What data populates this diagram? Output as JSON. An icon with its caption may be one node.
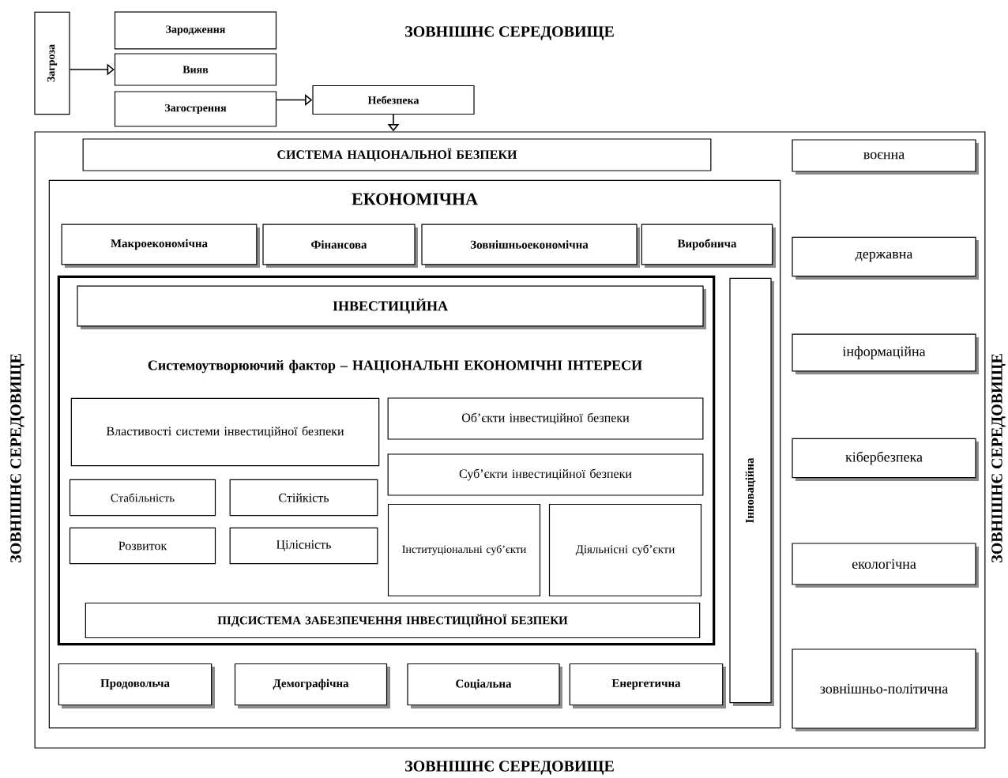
{
  "diagram": {
    "nodes": [
      {
        "text": [
          "Загроза"
        ]
      },
      {
        "text": [
          "Зародження"
        ]
      },
      {
        "text": [
          "Вияв"
        ]
      },
      {
        "text": [
          "Загострення"
        ]
      },
      {
        "text": [
          "Небезпека"
        ]
      },
      {
        "text": [],
        "shape": "box"
      },
      {
        "text": [
          "СИСТЕМА НАЦІОНАЛЬНОЇ БЕЗПЕКИ"
        ],
        "in": 5
      },
      {
        "text": [
          "воєнна"
        ],
        "in": 5
      },
      {
        "text": [
          "ЕКОНОМІЧНА"
        ],
        "in": 5
      },
      {
        "text": [
          "Макроекономічна"
        ],
        "in": 8
      },
      {
        "text": [
          "Фінансова"
        ],
        "in": 8
      },
      {
        "text": [
          "Зовнішньоекономічна"
        ],
        "in": 8
      },
      {
        "text": [
          "Виробнича"
        ],
        "in": 8
      },
      {
        "text": [
          "державна"
        ],
        "in": 5
      },
      {
        "text": [],
        "shape": "box",
        "in": 8
      },
      {
        "text": [
          "Інноваційна"
        ],
        "in": 8
      },
      {
        "text": [
          "ІНВЕСТИЦІЙНА"
        ],
        "in": 14
      },
      {
        "text": [
          "інформаційна"
        ],
        "in": 5
      },
      {
        "text": [
          "Властивості системи інвестиційної безпеки"
        ],
        "in": 14
      },
      {
        "text": [
          "Об’єкти інвестиційної безпеки"
        ],
        "in": 14
      },
      {
        "text": [
          "Суб’єкти інвестиційної безпеки"
        ],
        "in": 14
      },
      {
        "text": [
          "кібербезпека"
        ],
        "in": 5
      },
      {
        "text": [
          "Стабільність"
        ],
        "in": 14
      },
      {
        "text": [
          "Стійкість"
        ],
        "in": 14
      },
      {
        "text": [
          "Інституціональні суб’єкти"
        ],
        "in": 14
      },
      {
        "text": [
          "Діяльнісні суб’єкти"
        ],
        "in": 14
      },
      {
        "text": [
          "Розвиток"
        ],
        "in": 14
      },
      {
        "text": [
          "Цілісність"
        ],
        "in": 14
      },
      {
        "text": [
          "екологічна"
        ],
        "in": 5
      },
      {
        "text": [
          "ПІДСИСТЕМА ЗАБЕЗПЕЧЕННЯ ІНВЕСТИЦІЙНОЇ БЕЗПЕКИ"
        ],
        "in": 14
      },
      {
        "text": [
          "Продовольча"
        ],
        "in": 8
      },
      {
        "text": [
          "Демографічна"
        ],
        "in": 8
      },
      {
        "text": [
          "Соціальна"
        ],
        "in": 8
      },
      {
        "text": [
          "Енергетична"
        ],
        "in": 8
      },
      {
        "text": [
          "зовнішньо-політична"
        ],
        "in": 5
      }
    ],
    "edges": [
      {
        "from": 0,
        "to": 2,
        "arrow": "to"
      },
      {
        "from": 3,
        "to": 4,
        "arrow": "to"
      },
      {
        "from": 4,
        "to": 5,
        "arrow": "to"
      }
    ],
    "labels": [
      "ЗОВНІШНЄ СЕРЕДОВИЩЕ",
      "ЗОВНІШНЄ СЕРЕДОВИЩЕ",
      "Системоутворюючий фактор – НАЦІОНАЛЬНІ ЕКОНОМІЧНІ ІНТЕРЕСИ",
      "ЗОВНІШНЄ СЕРЕДОВИЩЕ",
      "ЗОВНІШНЄ СЕРЕДОВИЩЕ"
    ]
  }
}
